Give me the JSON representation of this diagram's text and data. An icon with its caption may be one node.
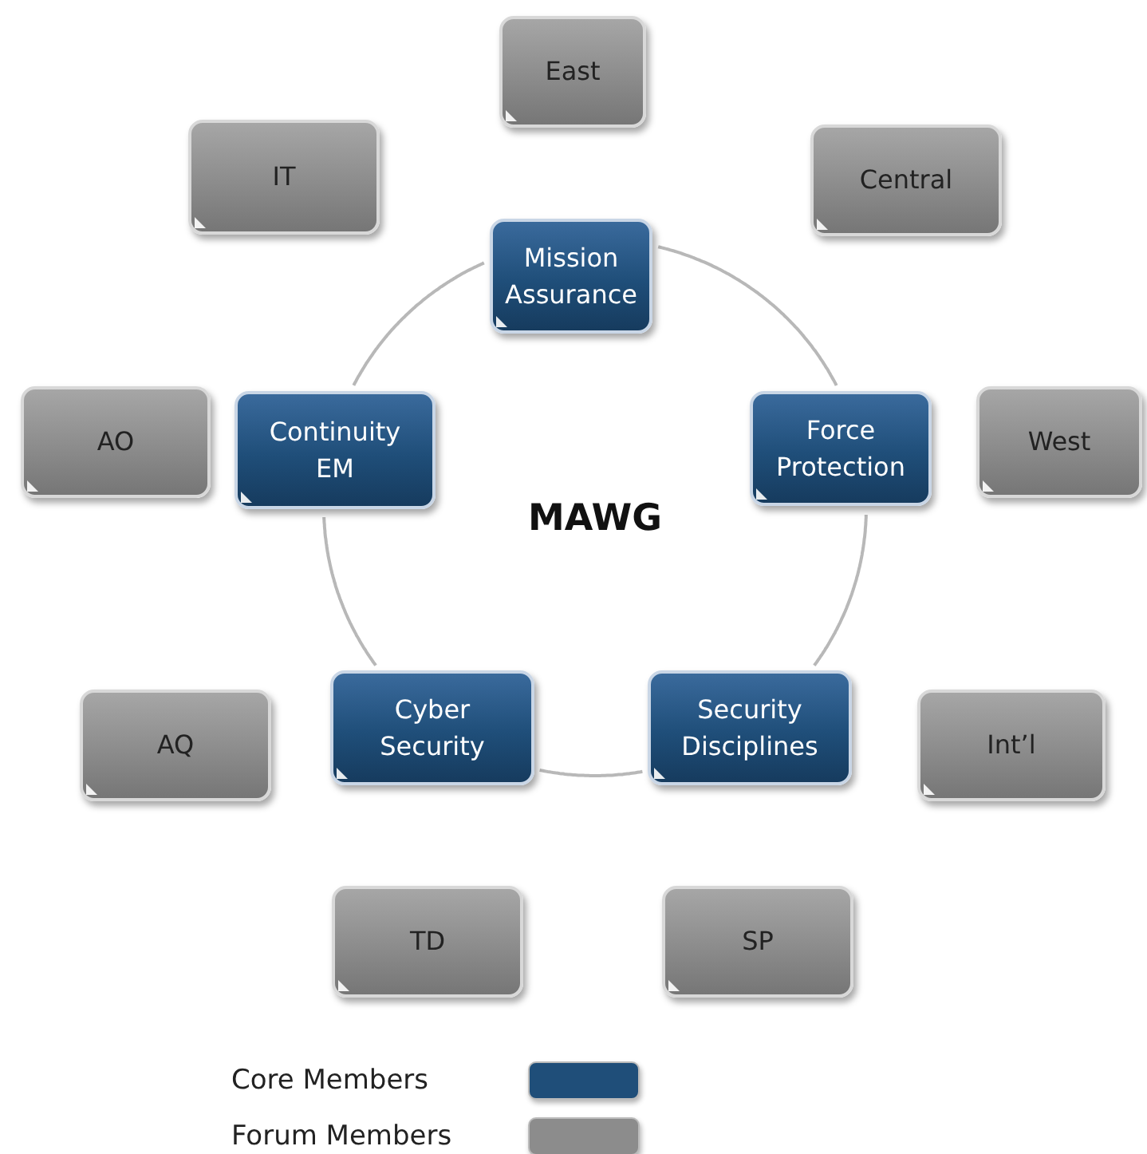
{
  "diagram": {
    "nodes": [
      {
        "text": [
          "East"
        ]
      },
      {
        "text": [
          "IT"
        ]
      },
      {
        "text": [
          "Central"
        ]
      },
      {
        "text": [
          "Mission Assurance"
        ]
      },
      {
        "text": [
          "AO"
        ]
      },
      {
        "text": [
          "Continuity EM"
        ]
      },
      {
        "text": [
          "Force Protection"
        ]
      },
      {
        "text": [
          "West"
        ]
      },
      {
        "text": [
          "AQ"
        ]
      },
      {
        "text": [
          "Cyber Security"
        ]
      },
      {
        "text": [
          "Security Disciplines"
        ]
      },
      {
        "text": [
          "Int’l"
        ]
      },
      {
        "text": [
          "TD"
        ]
      },
      {
        "text": [
          "SP"
        ]
      }
    ],
    "edges": [
      {
        "from": 3,
        "to": 6,
        "arrow": "none"
      },
      {
        "from": 6,
        "to": 10,
        "arrow": "none"
      },
      {
        "from": 10,
        "to": 9,
        "arrow": "none"
      },
      {
        "from": 9,
        "to": 5,
        "arrow": "none"
      },
      {
        "from": 5,
        "to": 3,
        "arrow": "none"
      }
    ],
    "labels": [
      "MAWG"
    ],
    "legend": [
      {
        "text": "Core Members",
        "color": "#1f4e79"
      },
      {
        "text": "Forum Members",
        "color": "#8c8c8c"
      }
    ]
  }
}
